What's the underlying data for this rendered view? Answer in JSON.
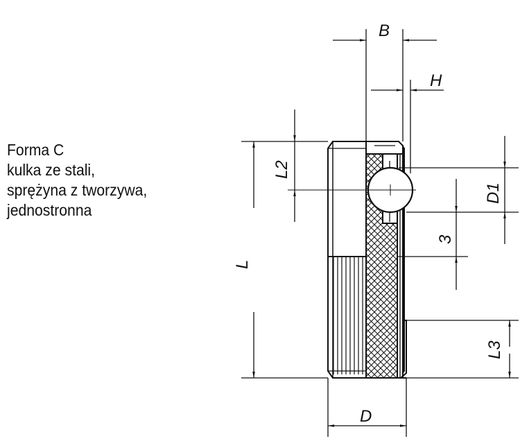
{
  "description": {
    "lines": [
      "Forma C",
      "kulka ze stali,",
      "sprężyna z tworzywa,",
      "jednostronna"
    ]
  },
  "dimensions": {
    "B": "B",
    "H": "H",
    "L": "L",
    "L2": "L2",
    "D1": "D1",
    "three": "3",
    "L3": "L3",
    "D": "D"
  }
}
